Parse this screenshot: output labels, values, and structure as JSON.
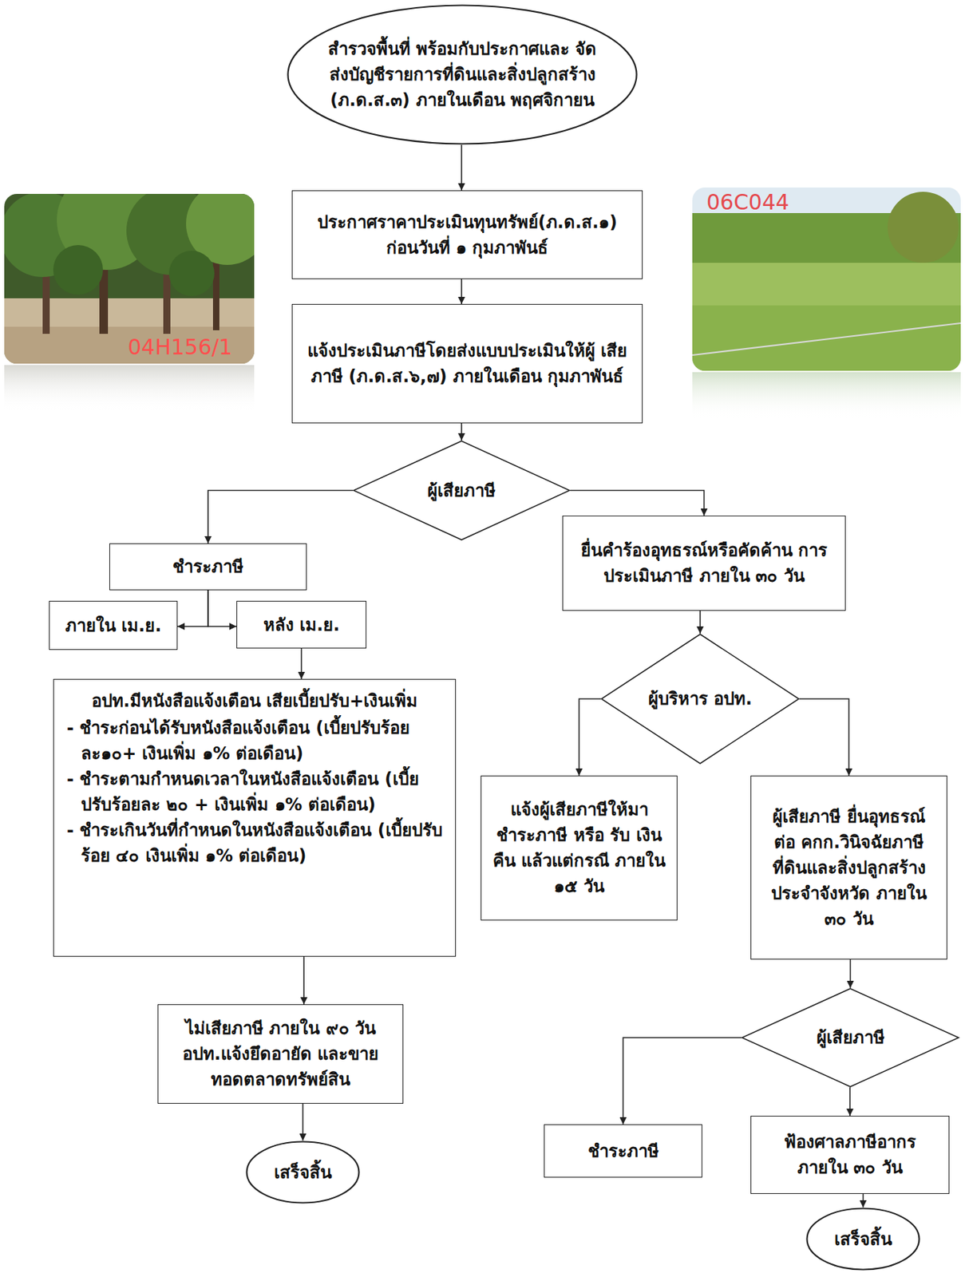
{
  "diagram": {
    "nodes": [
      {
        "text": [
          "สำรวจพื้นที่ พร้อมกับประกาศและ จัดส่งบัญชีรายการที่ดินและสิ่งปลูกสร้าง (ภ.ด.ส.๓) ภายในเดือน พฤศจิกายน"
        ]
      },
      {
        "text": [
          "ประกาศราคาประเมินทุนทรัพย์(ภ.ด.ส.๑) ก่อนวันที่ ๑ กุมภาพันธ์"
        ]
      },
      {
        "text": [
          "แจ้งประเมินภาษีโดยส่งแบบประเมินให้ผู้ เสียภาษี (ภ.ด.ส.๖,๗) ภายในเดือน กุมภาพันธ์"
        ]
      },
      {
        "text": [
          "ผู้เสียภาษี"
        ]
      },
      {
        "text": [
          "ชำระภาษี"
        ]
      },
      {
        "text": [
          "ยื่นคำร้องอุทธรณ์หรือคัดค้าน การประเมินภาษี ภายใน ๓๐ วัน"
        ]
      },
      {
        "text": [
          "ภายใน เม.ย."
        ]
      },
      {
        "text": [
          "หลัง เม.ย."
        ]
      },
      {
        "text": [
          "ผู้บริหาร อปท."
        ]
      },
      {
        "text": [
          "อปท.มีหนังสือแจ้งเตือน เสียเบี้ยปรับ+เงินเพิ่ม",
          "- ชำระก่อนได้รับหนังสือแจ้งเตือน (เบี้ยปรับร้อย ละ๑๐+ เงินเพิ่ม ๑% ต่อเดือน)",
          "- ชำระตามกำหนดเวลาในหนังสือแจ้งเตือน (เบี้ยปรับร้อยละ ๒๐ + เงินเพิ่ม ๑% ต่อเดือน)",
          "- ชำระเกินวันที่กำหนดในหนังสือแจ้งเตือน (เบี้ยปรับร้อย ๔๐ เงินเพิ่ม ๑% ต่อเดือน)"
        ]
      },
      {
        "text": [
          "แจ้งผู้เสียภาษีให้มา ชำระภาษี หรือ รับ เงินคืน แล้วแต่กรณี ภายใน ๑๕ วัน"
        ]
      },
      {
        "text": [
          "ผู้เสียภาษี ยื่นอุทธรณ์ ต่อ คกก.วินิจฉัยภาษี ที่ดินและสิ่งปลูกสร้าง ประจำจังหวัด ภายใน ๓๐ วัน"
        ]
      },
      {
        "text": [
          "ไม่เสียภาษี ภายใน ๙๐ วัน อปท.แจ้งยึดอายัด และขาย ทอดตลาดทรัพย์สิน"
        ]
      },
      {
        "text": [
          "ผู้เสียภาษี"
        ]
      },
      {
        "text": [
          "เสร็จสิ้น"
        ]
      },
      {
        "text": [
          "ชำระภาษี"
        ]
      },
      {
        "text": [
          "ฟ้องศาลภาษีอากร ภายใน ๓๐ วัน"
        ]
      },
      {
        "text": [
          "เสร็จสิ้น"
        ]
      }
    ],
    "edges": [
      {
        "from": 0,
        "to": 1,
        "arrow": "to"
      },
      {
        "from": 1,
        "to": 2,
        "arrow": "to"
      },
      {
        "from": 2,
        "to": 3,
        "arrow": "to"
      },
      {
        "from": 3,
        "to": 4,
        "arrow": "to"
      },
      {
        "from": 3,
        "to": 5,
        "arrow": "to"
      },
      {
        "from": 4,
        "to": 6,
        "arrow": "to"
      },
      {
        "from": 4,
        "to": 7,
        "arrow": "to"
      },
      {
        "from": 7,
        "to": 9,
        "arrow": "to"
      },
      {
        "from": 5,
        "to": 8,
        "arrow": "to"
      },
      {
        "from": 8,
        "to": 10,
        "arrow": "to"
      },
      {
        "from": 8,
        "to": 11,
        "arrow": "to"
      },
      {
        "from": 9,
        "to": 12,
        "arrow": "to"
      },
      {
        "from": 12,
        "to": 14,
        "arrow": "to"
      },
      {
        "from": 11,
        "to": 13,
        "arrow": "to"
      },
      {
        "from": 13,
        "to": 15,
        "arrow": "to"
      },
      {
        "from": 13,
        "to": 16,
        "arrow": "to"
      },
      {
        "from": 16,
        "to": 17,
        "arrow": "to"
      }
    ],
    "labels": [
      "04H156/1",
      "06C044"
    ]
  }
}
